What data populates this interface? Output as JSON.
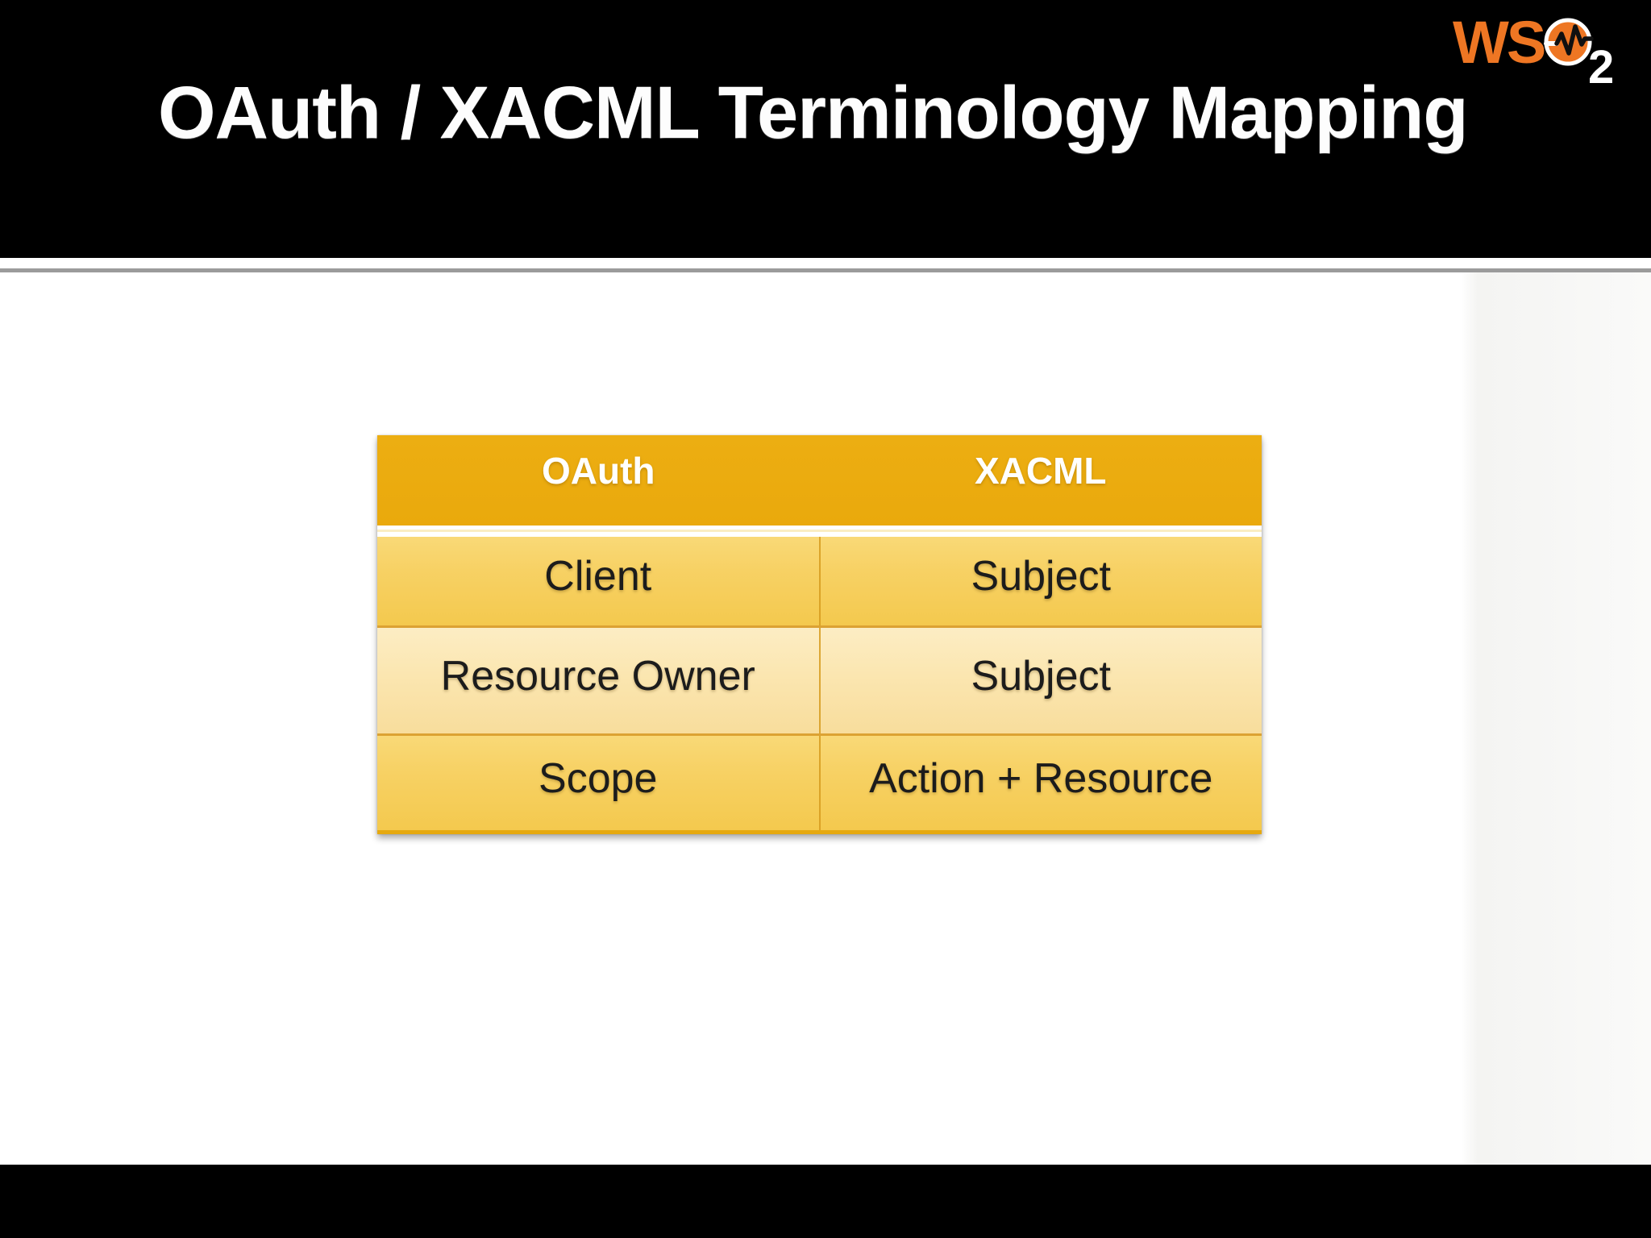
{
  "slide": {
    "title": "OAuth / XACML Terminology Mapping",
    "logo": {
      "text": "WS",
      "subscript": "2"
    },
    "table": {
      "headers": [
        "OAuth",
        "XACML"
      ],
      "rows": [
        [
          "Client",
          "Subject"
        ],
        [
          "Resource Owner",
          "Subject"
        ],
        [
          "Scope",
          "Action + Resource"
        ]
      ]
    },
    "colors": {
      "banner_black": "#000000",
      "table_header_gold": "#EBAB0D",
      "row_gold": "#F6CE58",
      "row_cream": "#FBE6B0",
      "row_border_gold": "#DCA233",
      "divider_gray": "#9B9B9B",
      "logo_orange": "#EE7623",
      "title_text": "#FDFDFD",
      "cell_text": "#1C1C1C"
    }
  }
}
